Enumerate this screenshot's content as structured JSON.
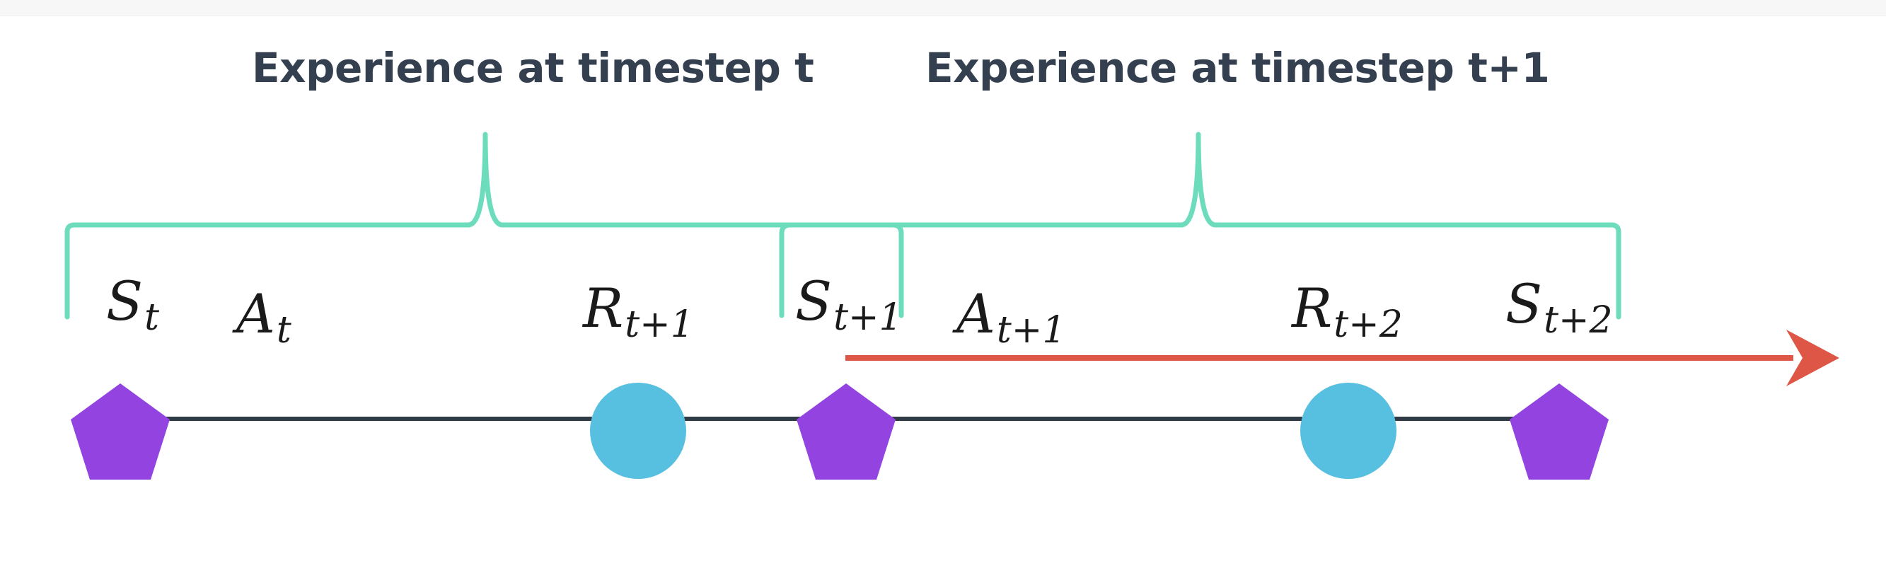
{
  "headings": {
    "left": "Experience at timestep t",
    "right": "Experience at timestep t+1"
  },
  "symbols": [
    {
      "id": "s_t",
      "base": "S",
      "sub": "t"
    },
    {
      "id": "a_t",
      "base": "A",
      "sub": "t"
    },
    {
      "id": "r_t1",
      "base": "R",
      "sub": "t+1"
    },
    {
      "id": "s_t1",
      "base": "S",
      "sub": "t+1"
    },
    {
      "id": "a_t1",
      "base": "A",
      "sub": "t+1"
    },
    {
      "id": "r_t2",
      "base": "R",
      "sub": "t+2"
    },
    {
      "id": "s_t2",
      "base": "S",
      "sub": "t+2"
    }
  ],
  "nodes": [
    {
      "kind": "state",
      "shape": "pentagon"
    },
    {
      "kind": "reward",
      "shape": "circle"
    },
    {
      "kind": "state",
      "shape": "pentagon"
    },
    {
      "kind": "reward",
      "shape": "circle"
    },
    {
      "kind": "state",
      "shape": "pentagon"
    }
  ],
  "colors": {
    "bracket": "#6ddcbd",
    "state": "#9343e0",
    "reward": "#57bfdf",
    "arrow": "#dd5646",
    "timeline": "#2f3a44",
    "heading": "#34404f"
  }
}
